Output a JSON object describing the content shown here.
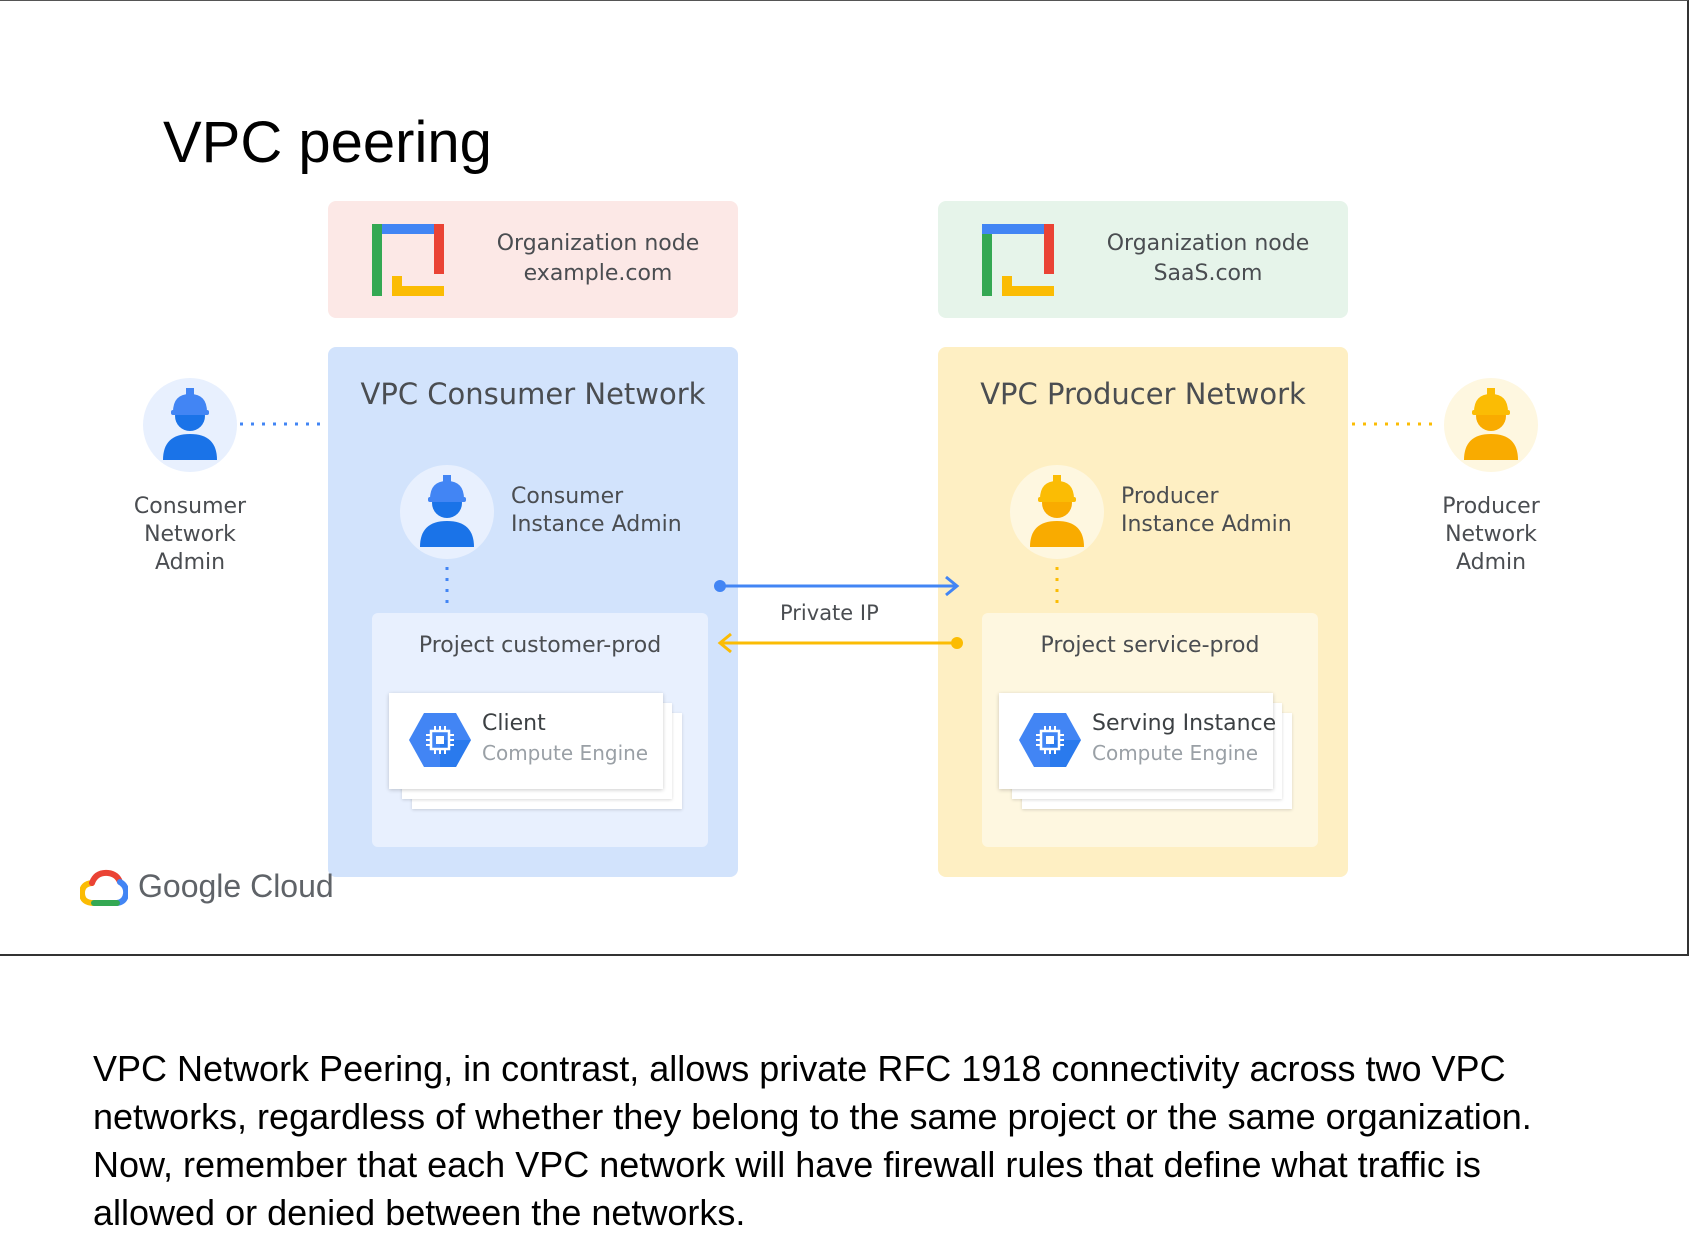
{
  "title": "VPC peering",
  "colors": {
    "consumer_org_bg": "#fce8e6",
    "producer_org_bg": "#e6f4ea",
    "consumer_net_bg": "#d2e3fc",
    "producer_net_bg": "#feefc3",
    "consumer_project_bg": "#e8f0fe",
    "producer_project_bg": "#fef7e0",
    "blue": "#4285f4",
    "yellow": "#fbbc04"
  },
  "consumer": {
    "org_label_line1": "Organization node",
    "org_label_line2": "example.com",
    "network_title": "VPC Consumer Network",
    "instance_admin_line1": "Consumer",
    "instance_admin_line2": "Instance Admin",
    "network_admin_line1": "Consumer",
    "network_admin_line2": "Network",
    "network_admin_line3": "Admin",
    "project_title": "Project customer-prod",
    "instance_name": "Client",
    "instance_type": "Compute Engine"
  },
  "producer": {
    "org_label_line1": "Organization node",
    "org_label_line2": "SaaS.com",
    "network_title": "VPC Producer Network",
    "instance_admin_line1": "Producer",
    "instance_admin_line2": "Instance Admin",
    "network_admin_line1": "Producer",
    "network_admin_line2": "Network",
    "network_admin_line3": "Admin",
    "project_title": "Project service-prod",
    "instance_name": "Serving Instance",
    "instance_type": "Compute Engine"
  },
  "connection_label": "Private IP",
  "brand": "Google Cloud",
  "caption": "VPC Network Peering, in contrast, allows private RFC 1918 connectivity across two VPC networks, regardless of whether they belong to the same project or the same organization. Now, remember that each VPC network will have firewall rules that define what traffic is allowed or denied between the networks."
}
